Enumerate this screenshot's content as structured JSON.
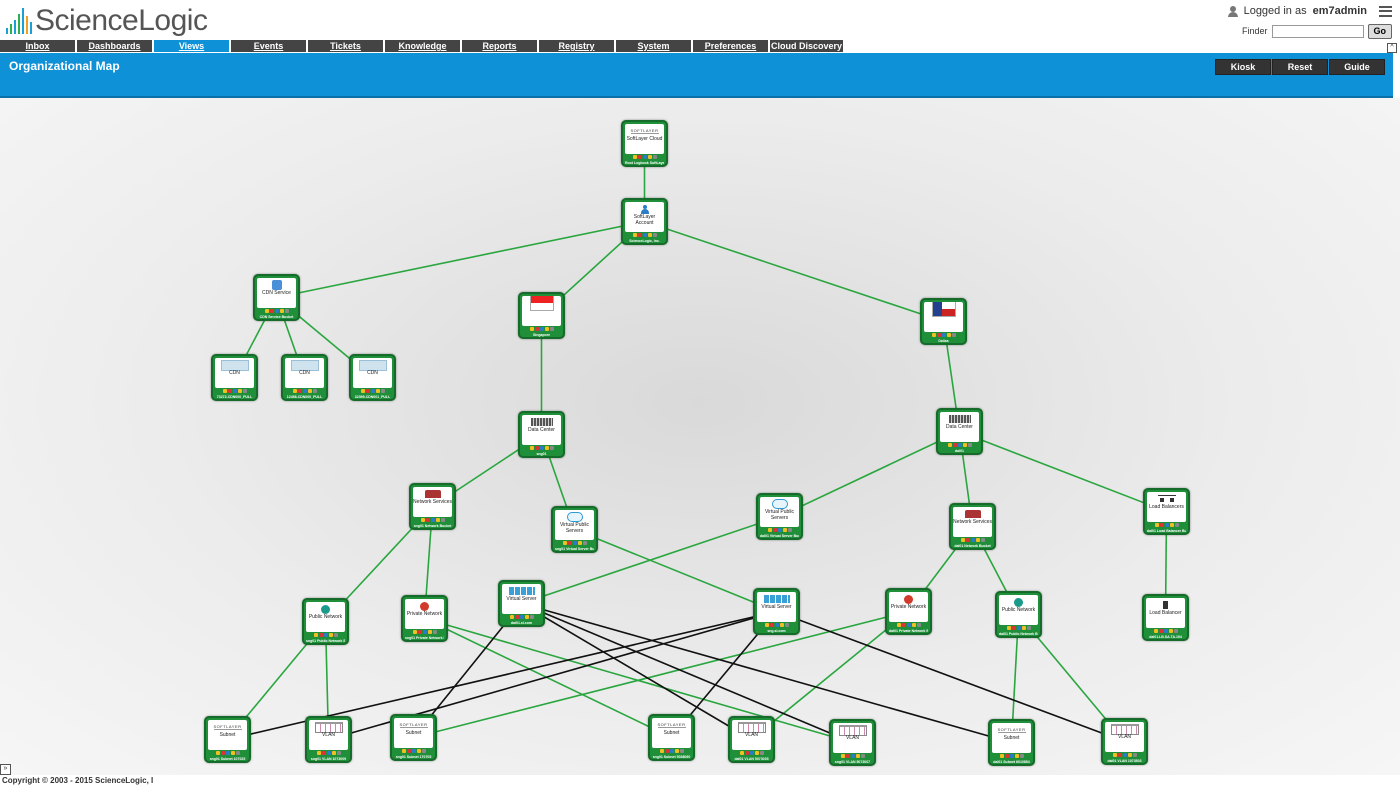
{
  "brand": {
    "name": "ScienceLogic",
    "bar_colors": [
      "#1aa0d8",
      "#2bb24c",
      "#1aa0d8",
      "#2bb24c",
      "#1aa0d8",
      "#f0a020",
      "#1aa0d8"
    ]
  },
  "user": {
    "prefix": "Logged in as",
    "name": "em7admin"
  },
  "finder": {
    "label": "Finder",
    "value": "",
    "go_label": "Go"
  },
  "tabs": [
    {
      "label": "Inbox",
      "active": false
    },
    {
      "label": "Dashboards",
      "active": false
    },
    {
      "label": "Views",
      "active": true
    },
    {
      "label": "Events",
      "active": false
    },
    {
      "label": "Tickets",
      "active": false
    },
    {
      "label": "Knowledge",
      "active": false
    },
    {
      "label": "Reports",
      "active": false
    },
    {
      "label": "Registry",
      "active": false
    },
    {
      "label": "System",
      "active": false
    },
    {
      "label": "Preferences",
      "active": false
    },
    {
      "label": "Cloud Discovery",
      "active": false
    }
  ],
  "page": {
    "title": "Organizational Map",
    "buttons": [
      "Kiosk",
      "Reset",
      "Guide"
    ]
  },
  "colors": {
    "accent": "#0f91d8",
    "node_green": "#1f8f3a",
    "link_green": "#2aa63f",
    "link_black": "#111111"
  },
  "map": {
    "nodes": [
      {
        "id": "n0",
        "label": "SoftLayer Cloud",
        "icon": "softlayer-logo-icon",
        "sub": "Root Logbook SoftLayer Cloud"
      },
      {
        "id": "n1",
        "label": "SoftLayer Account",
        "icon": "account-icon",
        "sub": "ScienceLogic, Inc."
      },
      {
        "id": "n2",
        "label": "CDN Service",
        "icon": "cdn-service-icon",
        "sub": "CDN Service Bucket"
      },
      {
        "id": "n3",
        "label": "",
        "icon": "singapore-flag-icon",
        "sub": "Singapore"
      },
      {
        "id": "n4",
        "label": "",
        "icon": "dallas-flag-icon",
        "sub": "Dallas"
      },
      {
        "id": "n5",
        "label": "CDN",
        "icon": "world-map-icon",
        "sub": "73272-CDN000_PULL"
      },
      {
        "id": "n6",
        "label": "CDN",
        "icon": "world-map-icon",
        "sub": "12458-CDN000_PULL"
      },
      {
        "id": "n7",
        "label": "CDN",
        "icon": "world-map-icon",
        "sub": "32399-CDN001_PULL"
      },
      {
        "id": "n8",
        "label": "Data Center",
        "icon": "rack-icon",
        "sub": "sng01"
      },
      {
        "id": "n9",
        "label": "Data Center",
        "icon": "rack-icon",
        "sub": "dal01"
      },
      {
        "id": "n10",
        "label": "Network Services",
        "icon": "network-services-icon",
        "sub": "sng01 Network Bucket"
      },
      {
        "id": "n11",
        "label": "Virtual Public Servers",
        "icon": "cloud-icon",
        "sub": "dal01 Virtual Server Bucket"
      },
      {
        "id": "n12",
        "label": "Virtual Public Servers",
        "icon": "cloud-icon",
        "sub": "sng01 Virtual Server Bucket"
      },
      {
        "id": "n13",
        "label": "Network Services",
        "icon": "network-services-icon",
        "sub": "dal01 Network Bucket"
      },
      {
        "id": "n14",
        "label": "Load Balancers",
        "icon": "load-balancer-icon",
        "sub": "dal01 Load Balancer Bucket"
      },
      {
        "id": "n15",
        "label": "Virtual Server",
        "icon": "server-icon",
        "sub": "dal01.sl.com"
      },
      {
        "id": "n16",
        "label": "Virtual Server",
        "icon": "server-icon",
        "sub": "sng.sl.com"
      },
      {
        "id": "n17",
        "label": "Public Network",
        "icon": "globe-icon",
        "sub": "sng01 Public Network Bucket"
      },
      {
        "id": "n18",
        "label": "Private Network",
        "icon": "globe-red-icon",
        "sub": "sng01 Private Network Bucket"
      },
      {
        "id": "n19",
        "label": "Private Network",
        "icon": "globe-red-icon",
        "sub": "dal01 Private Network Bucket"
      },
      {
        "id": "n20",
        "label": "Public Network",
        "icon": "globe-icon",
        "sub": "dal01 Public Network Bucket"
      },
      {
        "id": "n21",
        "label": "Load Balancer",
        "icon": "load-balancer-single-icon",
        "sub": "dal01.LB.SA.TA.194"
      },
      {
        "id": "n22",
        "label": "Subnet",
        "icon": "softlayer-logo-icon",
        "sub": "sng01 Subnet 107025"
      },
      {
        "id": "n23",
        "label": "VLAN",
        "icon": "vlan-icon",
        "sub": "sng01 VLAN 1073009"
      },
      {
        "id": "n24",
        "label": "Subnet",
        "icon": "softlayer-logo-icon",
        "sub": "sng01 Subnet 170705"
      },
      {
        "id": "n25",
        "label": "Subnet",
        "icon": "softlayer-logo-icon",
        "sub": "sng01 Subnet 5038060"
      },
      {
        "id": "n26",
        "label": "VLAN",
        "icon": "vlan-icon",
        "sub": "dal01 VLAN 5073035"
      },
      {
        "id": "n27",
        "label": "VLAN",
        "icon": "vlan-icon",
        "sub": "sng01 VLAN 5073007"
      },
      {
        "id": "n28",
        "label": "Subnet",
        "icon": "softlayer-logo-icon",
        "sub": "dal01 Subnet 6010854"
      },
      {
        "id": "n29",
        "label": "VLAN",
        "icon": "vlan-icon",
        "sub": "dal01 VLAN 1073503"
      }
    ],
    "links": [
      [
        "n0",
        "n1",
        "green"
      ],
      [
        "n1",
        "n2",
        "green"
      ],
      [
        "n1",
        "n3",
        "green"
      ],
      [
        "n1",
        "n4",
        "green"
      ],
      [
        "n2",
        "n5",
        "green"
      ],
      [
        "n2",
        "n6",
        "green"
      ],
      [
        "n2",
        "n7",
        "green"
      ],
      [
        "n3",
        "n8",
        "green"
      ],
      [
        "n4",
        "n9",
        "green"
      ],
      [
        "n8",
        "n10",
        "green"
      ],
      [
        "n8",
        "n12",
        "green"
      ],
      [
        "n9",
        "n11",
        "green"
      ],
      [
        "n9",
        "n13",
        "green"
      ],
      [
        "n9",
        "n14",
        "green"
      ],
      [
        "n10",
        "n17",
        "green"
      ],
      [
        "n10",
        "n18",
        "green"
      ],
      [
        "n11",
        "n15",
        "green"
      ],
      [
        "n12",
        "n16",
        "green"
      ],
      [
        "n13",
        "n19",
        "green"
      ],
      [
        "n13",
        "n20",
        "green"
      ],
      [
        "n14",
        "n21",
        "green"
      ],
      [
        "n17",
        "n22",
        "green"
      ],
      [
        "n17",
        "n23",
        "green"
      ],
      [
        "n18",
        "n25",
        "green"
      ],
      [
        "n18",
        "n27",
        "green"
      ],
      [
        "n19",
        "n24",
        "green"
      ],
      [
        "n19",
        "n26",
        "green"
      ],
      [
        "n20",
        "n28",
        "green"
      ],
      [
        "n20",
        "n29",
        "green"
      ],
      [
        "n15",
        "n24",
        "black"
      ],
      [
        "n15",
        "n26",
        "black"
      ],
      [
        "n15",
        "n27",
        "black"
      ],
      [
        "n15",
        "n28",
        "black"
      ],
      [
        "n16",
        "n22",
        "black"
      ],
      [
        "n16",
        "n23",
        "black"
      ],
      [
        "n16",
        "n25",
        "black"
      ],
      [
        "n16",
        "n29",
        "black"
      ]
    ]
  },
  "footer": {
    "copyright": "Copyright © 2003 - 2015 ScienceLogic, I"
  }
}
